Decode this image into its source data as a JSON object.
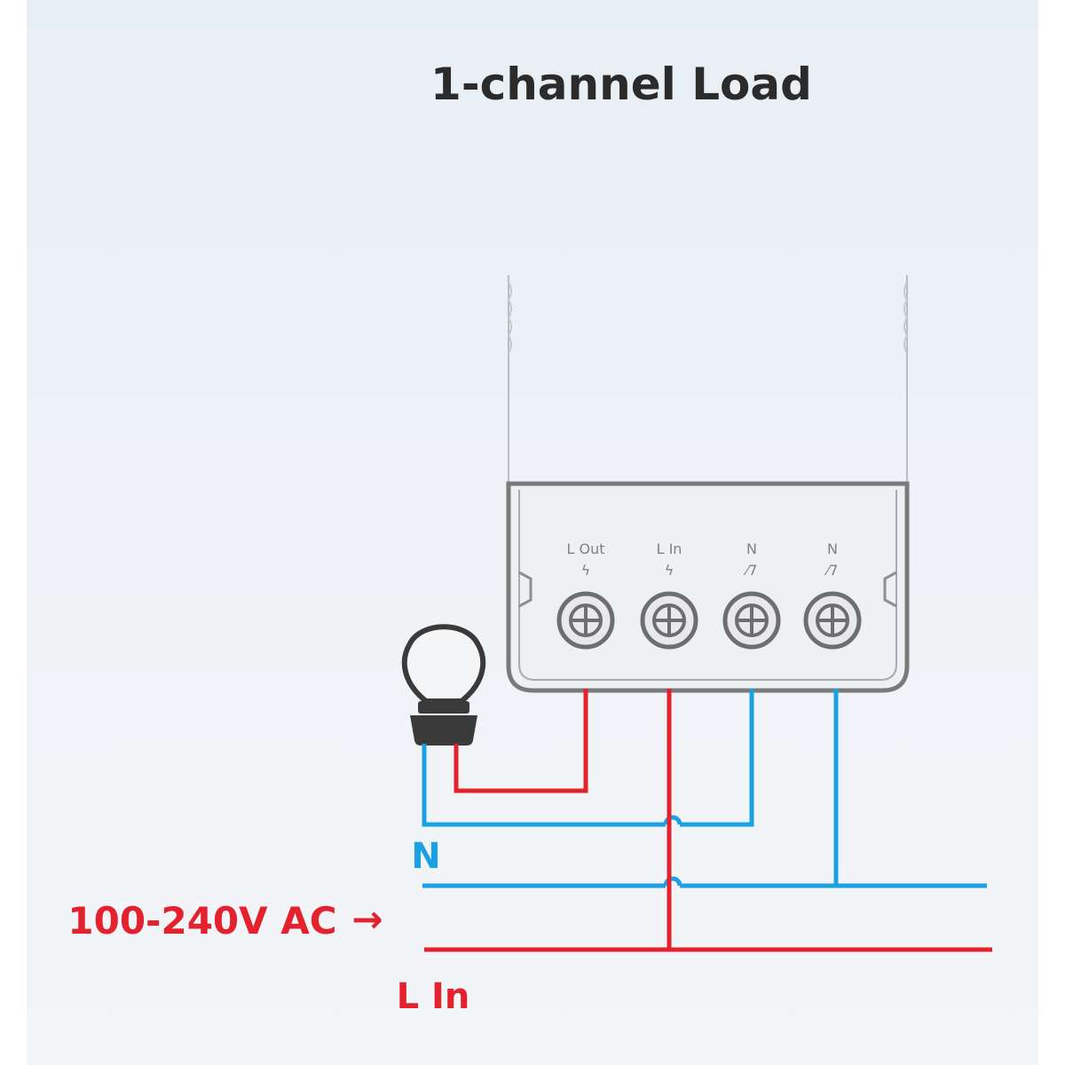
{
  "diagram": {
    "title": "1-channel Load",
    "terminals": [
      {
        "label": "L Out",
        "symbol": "ϟ"
      },
      {
        "label": "L In",
        "symbol": "ϟ"
      },
      {
        "label": "N",
        "symbol": "⁄7"
      },
      {
        "label": "N",
        "symbol": "⁄7"
      }
    ],
    "neutral_label": "N",
    "live_label": "L In",
    "supply_label": "100-240V AC",
    "supply_arrow": "→",
    "colors": {
      "live": "#e3222d",
      "neutral": "#1ba1e2",
      "device_outline": "#7a7a7a",
      "title": "#2b2b2b",
      "terminal_text": "#808080"
    },
    "icons": [
      "light-bulb-icon",
      "screw-terminal-icon"
    ]
  }
}
